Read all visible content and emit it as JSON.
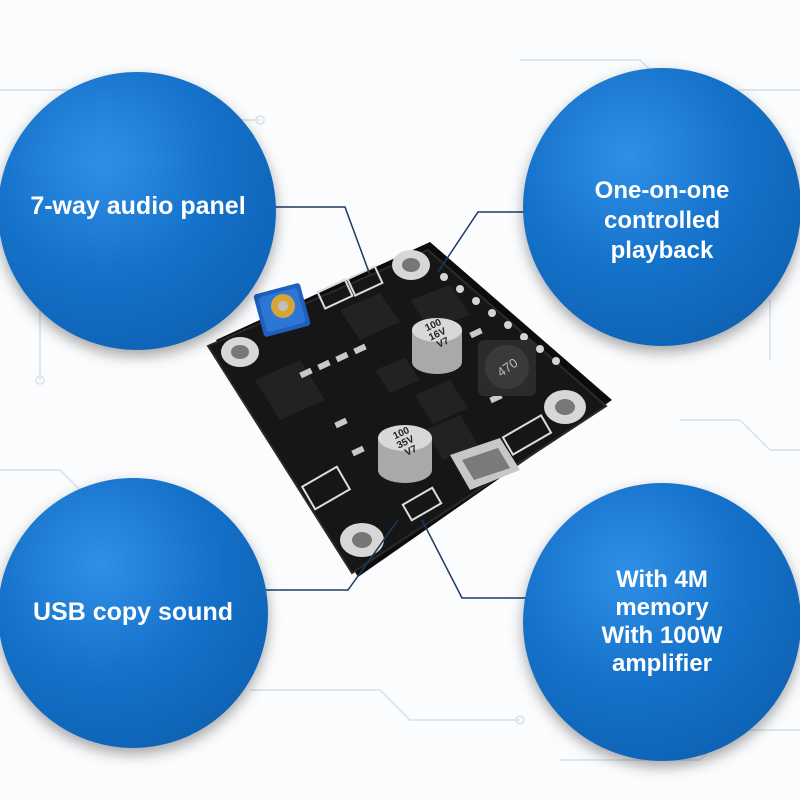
{
  "callouts": {
    "top_left": "7-way audio panel",
    "top_right": [
      "One-on-one",
      "controlled",
      "playback"
    ],
    "bottom_left": "USB copy sound",
    "bottom_right": [
      "With 4M",
      "memory",
      "With 100W",
      "amplifier"
    ]
  },
  "board_markings": {
    "cap_top": [
      "100",
      "16V",
      "V7"
    ],
    "cap_bottom": [
      "100",
      "35V",
      "V7"
    ],
    "inductor": "470"
  },
  "colors": {
    "bubble": "#1471c9",
    "board": "#141414",
    "pot": "#1f5fbf",
    "connector_line": "#1a3c63"
  }
}
